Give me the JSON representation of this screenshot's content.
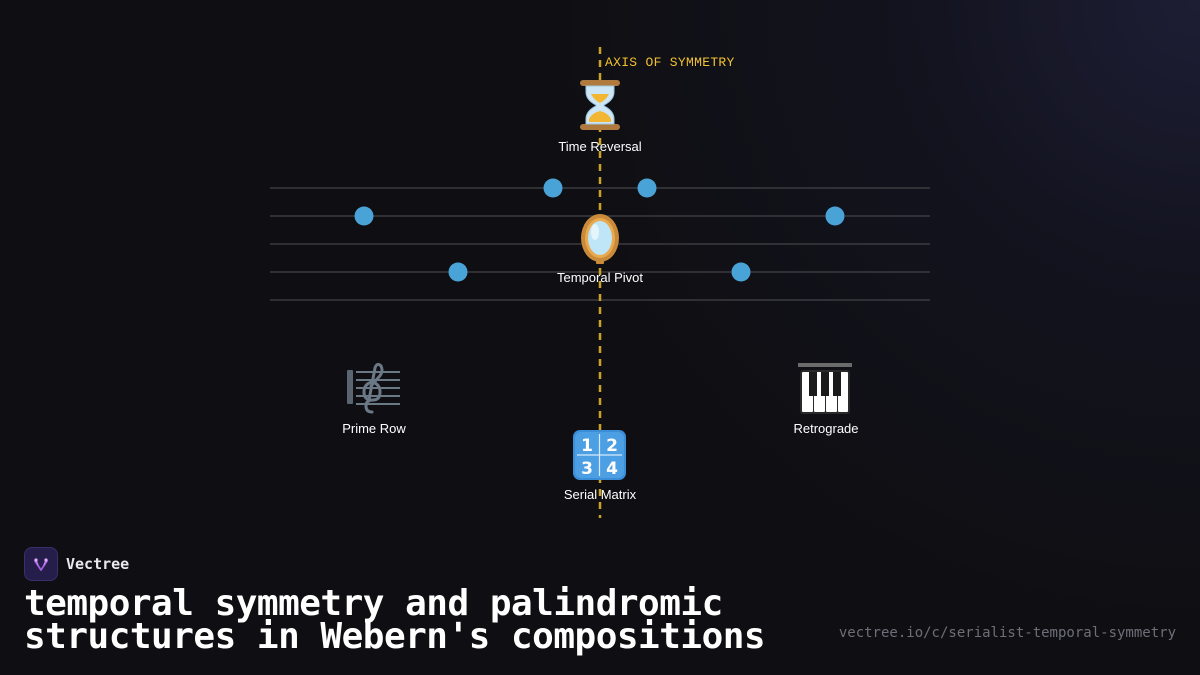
{
  "axis": {
    "label": "AXIS OF SYMMETRY"
  },
  "nodes": [
    {
      "id": "time-reversal",
      "label": "Time Reversal",
      "icon": "hourglass-icon",
      "glyph": "⏳"
    },
    {
      "id": "temporal-pivot",
      "label": "Temporal Pivot",
      "icon": "mirror-icon",
      "glyph": "🪞"
    },
    {
      "id": "prime-row",
      "label": "Prime Row",
      "icon": "musical-score-icon",
      "glyph": "🎼"
    },
    {
      "id": "retrograde",
      "label": "Retrograde",
      "icon": "piano-keys-icon",
      "glyph": "🎹"
    },
    {
      "id": "serial-matrix",
      "label": "Serial Matrix",
      "icon": "numbers-1234-icon",
      "glyph": "🔢"
    }
  ],
  "colors": {
    "background": "#0f0f13",
    "axis": "#c9a227",
    "axis_label": "#f2c230",
    "note": "#4aa3d6",
    "staff_line": "#3a3a40"
  },
  "brand": {
    "name": "Vectree"
  },
  "title": "temporal symmetry and palindromic structures in Webern's compositions",
  "url": "vectree.io/c/serialist-temporal-symmetry"
}
